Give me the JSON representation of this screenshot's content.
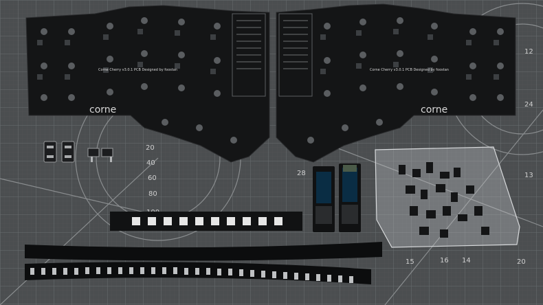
{
  "photo": {
    "left_pcb": {
      "brand": "corne",
      "caption": "Corne Cherry v3.0.1 PCB Designed by foostan"
    },
    "right_pcb": {
      "brand": "corne",
      "caption": "Corne Cherry v3.0.1 PCB Designed by foostan"
    },
    "mat_numbers": [
      "20",
      "40",
      "60",
      "80",
      "100",
      "28",
      "12",
      "24",
      "13",
      "14",
      "15",
      "16",
      "20"
    ]
  }
}
